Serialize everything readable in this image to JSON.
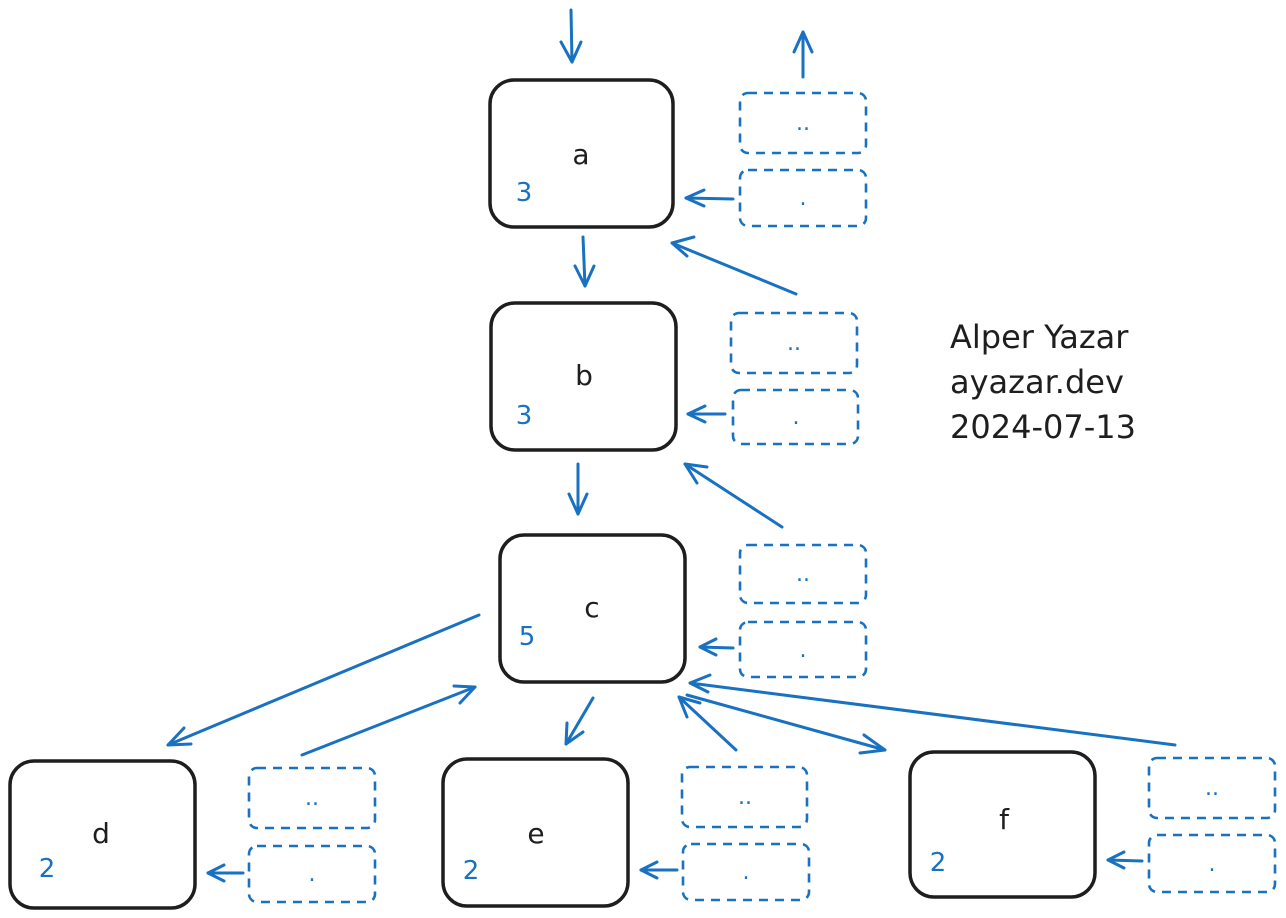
{
  "nodes": [
    {
      "id": "a",
      "label": "a",
      "link_count": "3"
    },
    {
      "id": "b",
      "label": "b",
      "link_count": "3"
    },
    {
      "id": "c",
      "label": "c",
      "link_count": "5"
    },
    {
      "id": "d",
      "label": "d",
      "link_count": "2"
    },
    {
      "id": "e",
      "label": "e",
      "link_count": "2"
    },
    {
      "id": "f",
      "label": "f",
      "link_count": "2"
    }
  ],
  "entries": {
    "parent": "..",
    "self": "."
  },
  "credit": {
    "author": "Alper Yazar",
    "site": "ayazar.dev",
    "date": "2024-07-13"
  },
  "colors": {
    "accent": "#1971c2",
    "stroke": "#1e1e1e"
  }
}
